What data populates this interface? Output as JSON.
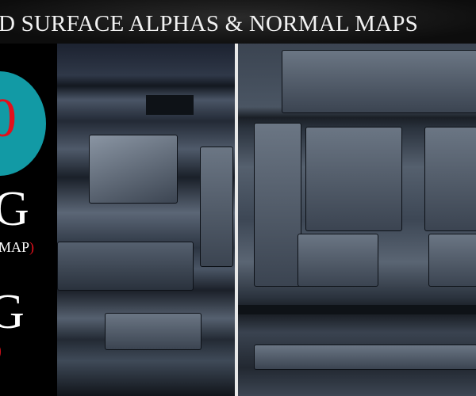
{
  "header": {
    "title": "D SURFACE ALPHAS & NORMAL MAPS"
  },
  "sidebar": {
    "badge_number": "0",
    "line1": "G",
    "line2_text": "MAP",
    "line2_paren": ")",
    "line3": "G",
    "line4_paren": ")"
  },
  "colors": {
    "badge": "#129aa5",
    "accent_red": "#e3101c",
    "background": "#000000"
  }
}
